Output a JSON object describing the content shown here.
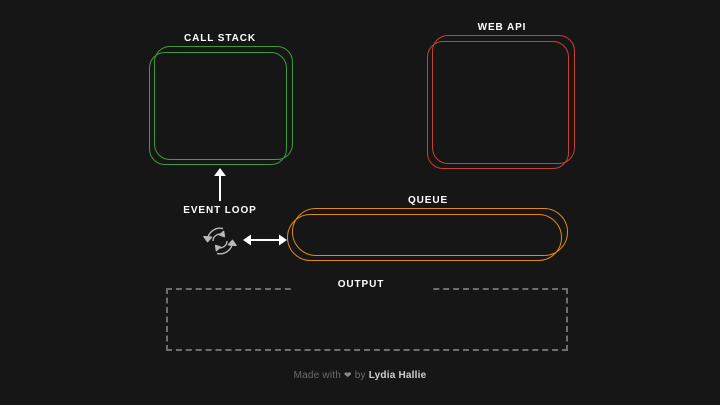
{
  "theme": {
    "background": "#161617",
    "call_stack_color": "#3f9a3f",
    "web_api_color": "#c5432f",
    "queue_color": "#e08a17",
    "output_color": "#6e6e6e",
    "label_color": "#ffffff",
    "footer_color": "#6d6d6d"
  },
  "panels": {
    "call_stack": {
      "label": "CALL STACK",
      "items": []
    },
    "web_api": {
      "label": "WEB API",
      "items": []
    },
    "queue": {
      "label": "QUEUE",
      "items": []
    },
    "output": {
      "label": "OUTPUT",
      "items": []
    }
  },
  "event_loop": {
    "label": "EVENT LOOP",
    "icon": "loop-arrows-icon"
  },
  "arrows": {
    "queue_to_call_stack": "arrow-up",
    "event_loop_to_queue": "arrow-left-right"
  },
  "footer": {
    "prefix": "Made with",
    "heart": "❤",
    "connector": "by",
    "author": "Lydia Hallie"
  }
}
